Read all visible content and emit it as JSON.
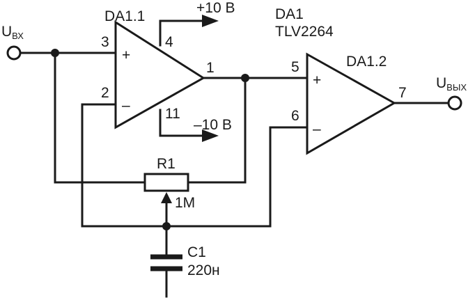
{
  "input": {
    "main": "U",
    "sub": "ВХ"
  },
  "output": {
    "main": "U",
    "sub": "ВЫХ"
  },
  "chip": {
    "name": "DA1",
    "part": "TLV2264"
  },
  "da1_1": {
    "label": "DA1.1",
    "plus_sign": "+",
    "minus_sign": "–",
    "pin_plus": "3",
    "pin_minus": "2",
    "pin_out": "1",
    "pin_vpos": "4",
    "pin_vneg": "11",
    "supply_pos": "+10 В",
    "supply_neg": "–10 В"
  },
  "da1_2": {
    "label": "DA1.2",
    "plus_sign": "+",
    "minus_sign": "–",
    "pin_plus": "5",
    "pin_minus": "6",
    "pin_out": "7"
  },
  "r1": {
    "label": "R1",
    "value": "1M"
  },
  "c1": {
    "label": "C1",
    "value": "220н"
  }
}
